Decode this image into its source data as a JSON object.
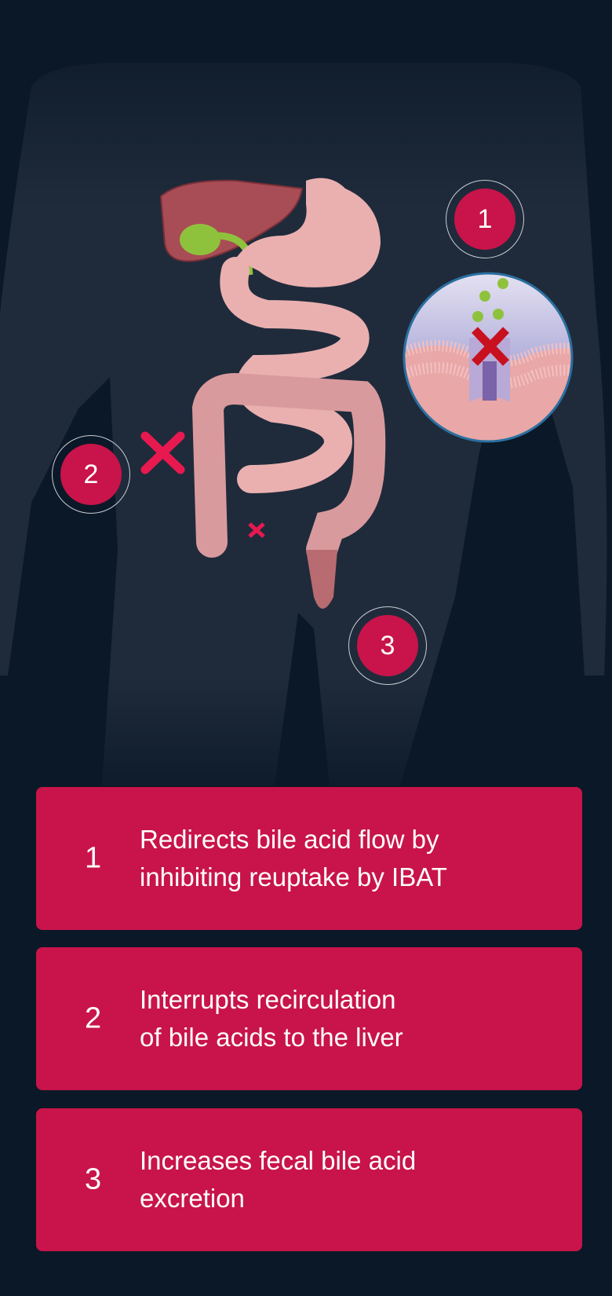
{
  "badges": [
    {
      "number": "1"
    },
    {
      "number": "2"
    },
    {
      "number": "3"
    }
  ],
  "cards": [
    {
      "number": "1",
      "line1": "Redirects  bile acid flow by",
      "line2": "inhibiting reuptake by IBAT"
    },
    {
      "number": "2",
      "line1": "Interrupts recirculation",
      "line2": "of bile acids to the liver"
    },
    {
      "number": "3",
      "line1": "Increases fecal bile acid",
      "line2": "excretion"
    }
  ],
  "colors": {
    "background": "#0b1828",
    "silhouette": "#1f2b3b",
    "accent": "#c8144a",
    "organ": "#eab0b0",
    "liver": "#a84d55",
    "gallbladder": "#8fc23c"
  }
}
